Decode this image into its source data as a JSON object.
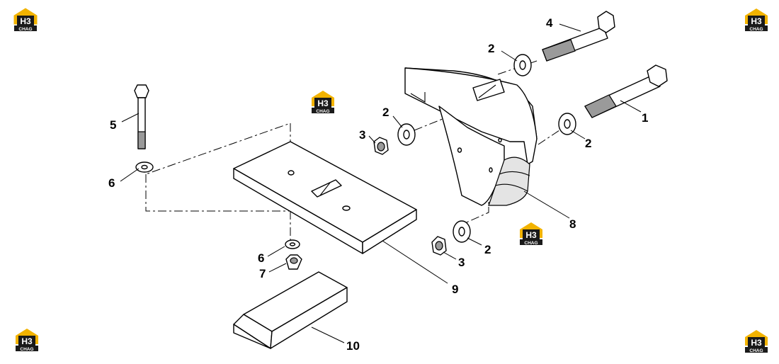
{
  "callouts": [
    {
      "id": "c1",
      "label": "1"
    },
    {
      "id": "c2a",
      "label": "2"
    },
    {
      "id": "c2b",
      "label": "2"
    },
    {
      "id": "c2c",
      "label": "2"
    },
    {
      "id": "c2d",
      "label": "2"
    },
    {
      "id": "c3a",
      "label": "3"
    },
    {
      "id": "c3b",
      "label": "3"
    },
    {
      "id": "c4",
      "label": "4"
    },
    {
      "id": "c5",
      "label": "5"
    },
    {
      "id": "c6a",
      "label": "6"
    },
    {
      "id": "c6b",
      "label": "6"
    },
    {
      "id": "c7",
      "label": "7"
    },
    {
      "id": "c8",
      "label": "8"
    },
    {
      "id": "c9",
      "label": "9"
    },
    {
      "id": "c10",
      "label": "10"
    }
  ],
  "watermark": {
    "logo_text": "H3",
    "sub_text": "CHAG",
    "accent_color": "#f2b300",
    "box_color": "#1a1a1a"
  }
}
